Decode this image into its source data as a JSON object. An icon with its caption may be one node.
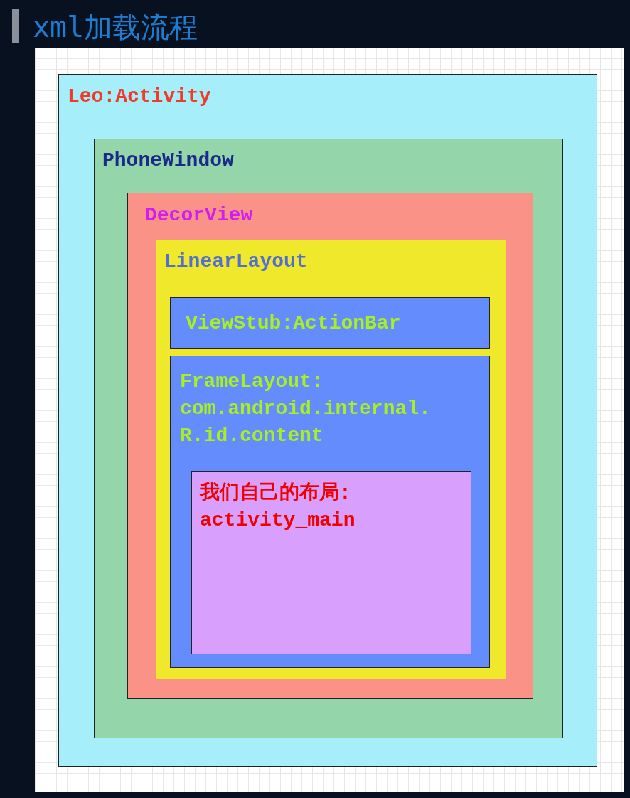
{
  "diagram": {
    "title": "xml加载流程",
    "nodes": [
      {
        "text": [
          "Leo:Activity"
        ]
      },
      {
        "text": [
          "PhoneWindow"
        ],
        "in": 0
      },
      {
        "text": [
          "DecorView"
        ],
        "in": 1
      },
      {
        "text": [
          "LinearLayout"
        ],
        "in": 2
      },
      {
        "text": [
          "ViewStub:ActionBar"
        ],
        "in": 3
      },
      {
        "text": [
          "FrameLayout: com.android.internal. R.id.content"
        ],
        "in": 3
      },
      {
        "text": [
          "我们自己的布局: activity_main"
        ],
        "in": 5
      }
    ]
  }
}
